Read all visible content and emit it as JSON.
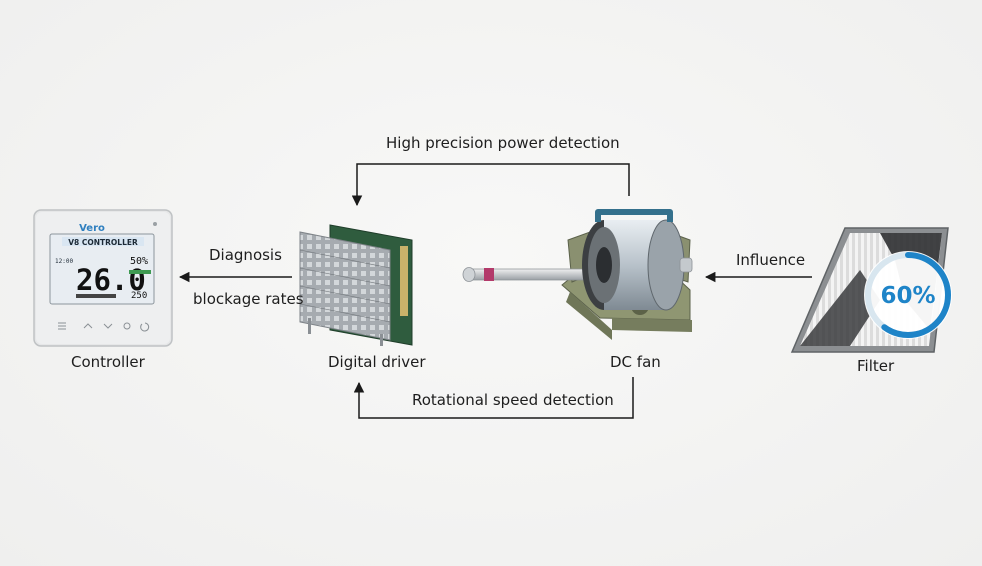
{
  "labels": {
    "controller": "Controller",
    "driver": "Digital driver",
    "fan": "DC fan",
    "filter": "Filter"
  },
  "edges": {
    "power_detection": "High precision power detection",
    "speed_detection": "Rotational speed detection",
    "diagnosis": "Diagnosis",
    "blockage": "blockage rates",
    "influence": "Influence"
  },
  "controller_screen": {
    "brand": "Vero",
    "model": "V8 CONTROLLER",
    "main_value": "26.0",
    "clock": "12:00",
    "side_pct": "50%",
    "side_value": "250"
  },
  "filter_gauge": {
    "text": "60%",
    "level": 0.6,
    "color": "#1e84c8"
  },
  "colors": {
    "arrow": "#1a1a1a",
    "background": "#f3f3f2"
  }
}
